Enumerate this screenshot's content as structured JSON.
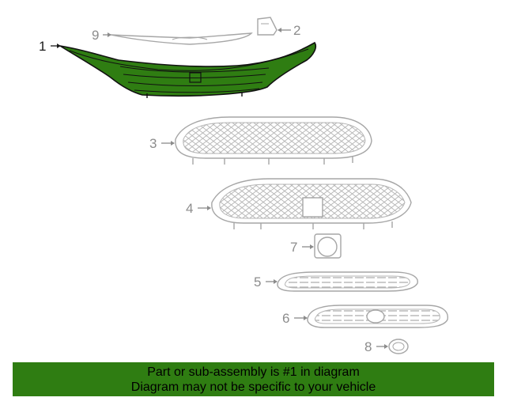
{
  "diagram": {
    "callouts": [
      "1",
      "2",
      "3",
      "4",
      "5",
      "6",
      "7",
      "8",
      "9"
    ],
    "highlighted_part": "1",
    "highlight_color": "#2f7d12",
    "outline_color": "#a6a6a6"
  },
  "banner": {
    "line1": "Part or sub-assembly is #1 in diagram",
    "line2": "Diagram may not be specific to your vehicle",
    "background": "#2f7d12"
  }
}
